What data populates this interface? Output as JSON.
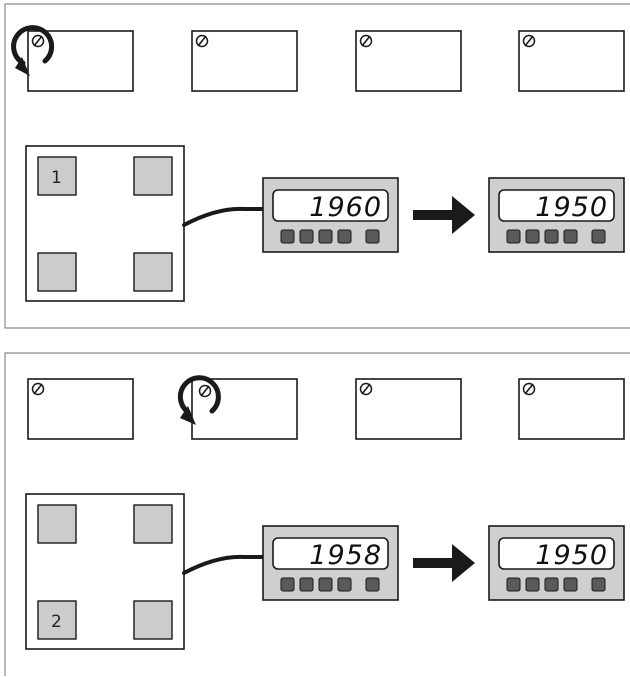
{
  "colors": {
    "panel_border": "#8a8a8a",
    "stroke": "#1a1a1a",
    "load_cell_fill": "#cccccc",
    "indicator_body": "#cfcfcf",
    "indicator_button": "#5a5a5a",
    "cable": "#1a1a1a",
    "arrow": "#1a1a1a"
  },
  "icons": {
    "potentiometer": "screw-slot-icon",
    "rotation": "rotate-clockwise-arrow-icon",
    "transfer": "right-arrow-icon"
  },
  "panels": [
    {
      "active_pot_index": 0,
      "active_corner_position": "top-left",
      "corner_label": "1",
      "reading_before": "1960",
      "reading_after": "1950",
      "indicator_button_count": 5
    },
    {
      "active_pot_index": 1,
      "active_corner_position": "bottom-left",
      "corner_label": "2",
      "reading_before": "1958",
      "reading_after": "1950",
      "indicator_button_count": 5
    }
  ]
}
